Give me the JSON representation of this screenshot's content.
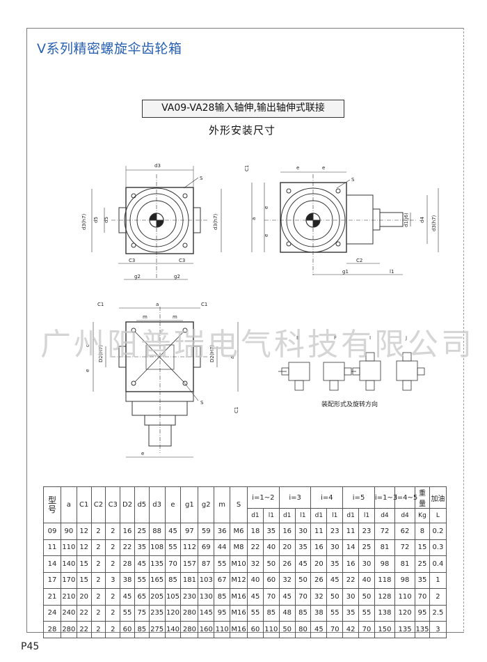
{
  "title": "V系列精密螺旋伞齿轮箱",
  "subtitle": "VA09-VA28输入轴伸,输出轴伸式联接",
  "section_title": "外形安装尺寸",
  "watermark": "广州阳普瑞电气科技有限公司",
  "assembly_caption": "装配形式及旋转方向",
  "assembly_labels": [
    "E",
    "F",
    "I",
    "J"
  ],
  "page_number": "P45",
  "drawing_labels": {
    "d3": "d3",
    "S": "S",
    "d5": "d5",
    "d3h7": "d3(h7)",
    "C3": "C3",
    "g2": "g2",
    "C1": "C1",
    "e": "e",
    "a": "a",
    "d1j6": "d1(j6)",
    "d4": "d4",
    "C2": "C2",
    "l1": "l1",
    "g1": "g1",
    "m": "m",
    "D2H7": "D2(H7)",
    "c": "c"
  },
  "table": {
    "model_header": "型号",
    "columns": [
      "a",
      "C1",
      "C2",
      "C3",
      "D2",
      "d5",
      "d3",
      "e",
      "g1",
      "g2",
      "m",
      "S"
    ],
    "ratio_groups": [
      {
        "label": "i=1~2",
        "sub": [
          "d1",
          "l1"
        ]
      },
      {
        "label": "i=3",
        "sub": [
          "d1",
          "l1"
        ]
      },
      {
        "label": "i=4",
        "sub": [
          "d1",
          "l1"
        ]
      },
      {
        "label": "i=5",
        "sub": [
          "d1",
          "l1"
        ]
      },
      {
        "label": "i=1~3",
        "sub": [
          "d4"
        ]
      },
      {
        "label": "i=4~5",
        "sub": [
          "d4"
        ]
      }
    ],
    "weight_header": "重量",
    "weight_unit": "Kg",
    "oil_header": "加油",
    "oil_unit": "L",
    "rows": [
      [
        "09",
        "90",
        "12",
        "2",
        "2",
        "16",
        "25",
        "88",
        "45",
        "97",
        "59",
        "36",
        "M6",
        "18",
        "35",
        "16",
        "30",
        "11",
        "23",
        "11",
        "23",
        "72",
        "62",
        "8",
        "0.2"
      ],
      [
        "11",
        "110",
        "12",
        "2",
        "2",
        "22",
        "35",
        "108",
        "55",
        "112",
        "69",
        "44",
        "M8",
        "22",
        "40",
        "20",
        "35",
        "16",
        "30",
        "14",
        "25",
        "81",
        "72",
        "15",
        "0.3"
      ],
      [
        "14",
        "140",
        "15",
        "2",
        "2",
        "28",
        "45",
        "135",
        "70",
        "157",
        "87",
        "55",
        "M10",
        "32",
        "50",
        "26",
        "45",
        "20",
        "35",
        "16",
        "30",
        "98",
        "81",
        "25",
        "0.4"
      ],
      [
        "17",
        "170",
        "15",
        "2",
        "3",
        "38",
        "55",
        "165",
        "85",
        "181",
        "103",
        "67",
        "M12",
        "40",
        "60",
        "32",
        "50",
        "26",
        "45",
        "22",
        "40",
        "118",
        "98",
        "35",
        "1"
      ],
      [
        "21",
        "210",
        "20",
        "2",
        "2",
        "45",
        "65",
        "205",
        "105",
        "230",
        "130",
        "85",
        "M16",
        "45",
        "70",
        "45",
        "70",
        "32",
        "50",
        "30",
        "50",
        "128",
        "110",
        "70",
        "2"
      ],
      [
        "24",
        "240",
        "22",
        "2",
        "2",
        "55",
        "75",
        "235",
        "120",
        "280",
        "145",
        "95",
        "M16",
        "55",
        "85",
        "48",
        "85",
        "38",
        "55",
        "35",
        "55",
        "138",
        "120",
        "95",
        "2.5"
      ],
      [
        "28",
        "280",
        "22",
        "2",
        "2",
        "60",
        "85",
        "275",
        "140",
        "280",
        "160",
        "110",
        "M16",
        "60",
        "110",
        "50",
        "80",
        "45",
        "70",
        "42",
        "70",
        "150",
        "135",
        "135",
        "3"
      ]
    ]
  }
}
